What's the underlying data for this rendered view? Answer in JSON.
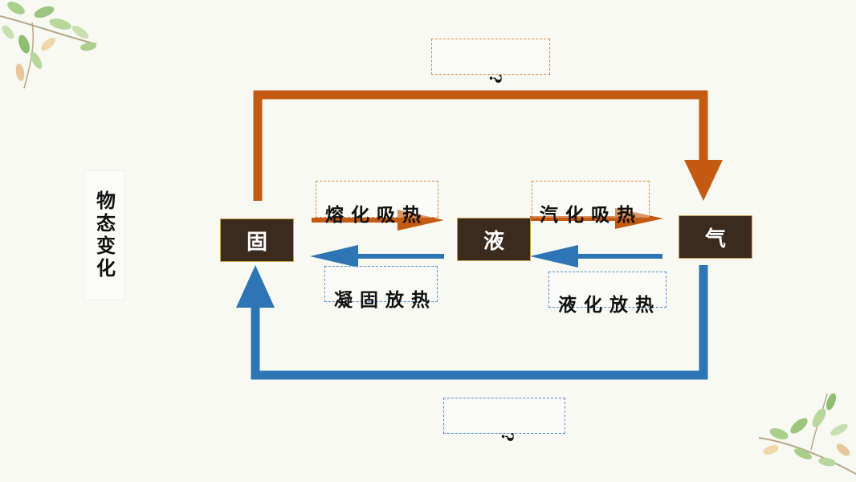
{
  "title": "物态变化",
  "states": {
    "solid": "固",
    "liquid": "液",
    "gas": "气"
  },
  "processes": {
    "melting": "熔化吸热",
    "vaporization": "汽化吸热",
    "solidification": "凝固放热",
    "liquefaction": "液化放热",
    "sublimation": "?",
    "deposition": "?"
  },
  "colors": {
    "heat_absorb": "#c55a11",
    "heat_release": "#2e75b6",
    "state_box": "#3b2a1e"
  }
}
